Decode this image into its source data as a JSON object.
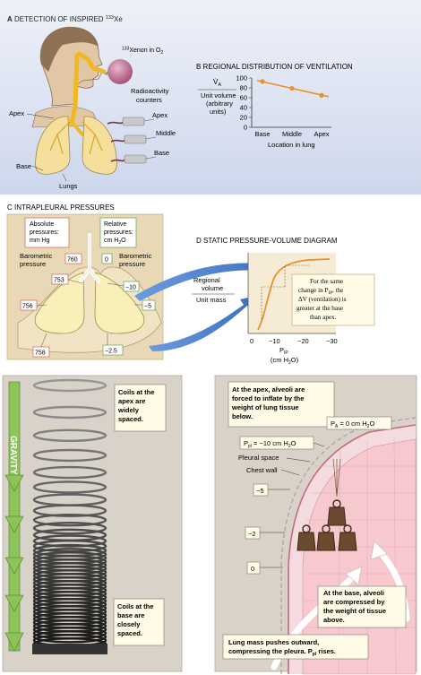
{
  "panel_a": {
    "title": "DETECTION OF INSPIRED ",
    "title_sup": "133",
    "title_tail": "Xe",
    "xenon_sup": "133",
    "xenon_label": "Xenon in O",
    "xenon_sub": "2",
    "counters_line1": "Radioactivity",
    "counters_line2": "counters",
    "apex_left": "Apex",
    "apex_right": "Apex",
    "middle": "Middle",
    "base_right": "Base",
    "base_left": "Base",
    "lungs": "Lungs"
  },
  "panel_b": {
    "title": "B  REGIONAL DISTRIBUTION OF VENTILATION"
  },
  "chart_data": {
    "type": "line",
    "categories": [
      "Base",
      "Middle",
      "Apex"
    ],
    "values": [
      93,
      79,
      65
    ],
    "ylim": [
      0,
      100
    ],
    "yticks": [
      0,
      20,
      40,
      60,
      80,
      100
    ],
    "ylabel_line1": "V̇",
    "ylabel_sub": "A",
    "ylabel_line2": "Unit volume",
    "ylabel_line3": "(arbitrary",
    "ylabel_line4": "units)",
    "xlabel": "Location in lung",
    "color": "#e8902b"
  },
  "panel_c": {
    "title": "C  INTRAPLEURAL PRESSURES",
    "absolute_line1": "Absolute",
    "absolute_line2": "pressures:",
    "absolute_line3": "mm Hg",
    "relative_line1": "Relative",
    "relative_line2": "pressures:",
    "relative_line3": "cm H",
    "relative_sub": "2",
    "relative_tail": "O",
    "baro_left1": "Barometric",
    "baro_left2": "pressure",
    "baro_right1": "Barometric",
    "baro_right2": "pressure",
    "v760": "760",
    "v0": "0",
    "v753": "753",
    "v_10": "−10",
    "v756": "756",
    "v_5": "−5",
    "v758": "758",
    "v_2_5": "−2.5"
  },
  "panel_d": {
    "title": "D  STATIC PRESSURE-VOLUME DIAGRAM",
    "ylabel_line1": "Regional",
    "ylabel_line2": "volume",
    "ylabel_line3": "Unit mass",
    "note_line1": "For the same",
    "note_line2": "change in P",
    "note_sub": "IP",
    "note_tail": ", the",
    "note_line3": "ΔV (ventilation) is",
    "note_line4": "greater at the base",
    "note_line5": "than apex.",
    "xticks": [
      "0",
      "−10",
      "−20",
      "−30"
    ],
    "xlabel_p": "P",
    "xlabel_sub": "IP",
    "xlabel_unit": "(cm H",
    "xlabel_unit_sub": "2",
    "xlabel_unit_tail": "O)"
  },
  "spring": {
    "gravity": "GRAVITY",
    "top_note_line1": "Coils at the",
    "top_note_line2": "apex are",
    "top_note_line3": "widely",
    "top_note_line4": "spaced.",
    "bottom_note_line1": "Coils at the",
    "bottom_note_line2": "base are",
    "bottom_note_line3": "closely",
    "bottom_note_line4": "spaced."
  },
  "alveoli": {
    "top_note_line1": "At the apex, alveoli are",
    "top_note_line2": "forced to inflate by the",
    "top_note_line3": "weight of lung tissue",
    "top_note_line4": "below.",
    "pa_label": "P",
    "pa_sub": "A",
    "pa_tail": " = 0 cm H",
    "pa_sub2": "2",
    "pa_tail2": "O",
    "ppl_label": "P",
    "ppl_sub": "pl",
    "ppl_tail": " = −10 cm H",
    "ppl_sub2": "2",
    "ppl_tail2": "O",
    "pleural_space": "Pleural space",
    "chest_wall": "Chest wall",
    "v_5": "−5",
    "v_2": "−2",
    "v0": "0",
    "base_note_line1": "At the base, alveoli",
    "base_note_line2": "are compressed by",
    "base_note_line3": "the weight of tissue",
    "base_note_line4": "above.",
    "bottom_note_line1": "Lung mass pushes outward,",
    "bottom_note_line2": "compressing the pleura. P",
    "bottom_note_sub": "pl",
    "bottom_note_tail": " rises."
  },
  "colors": {
    "panel_top": "#dde4f2",
    "panel_c": "#e8d8b5",
    "lower_panel": "#d9d2c8",
    "lung": "#f4df9c",
    "orange": "#e8902b",
    "note_box": "#fffbe6",
    "arrow_blue": "#4a7fc9",
    "gravity_green": "#8cc45a"
  }
}
